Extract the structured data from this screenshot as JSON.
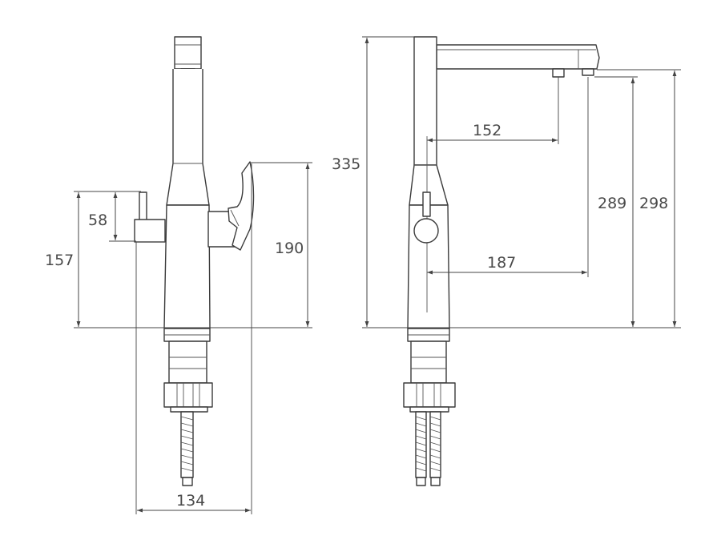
{
  "dimensions": {
    "d58": "58",
    "d157": "157",
    "d190": "190",
    "d134": "134",
    "d335": "335",
    "d152": "152",
    "d187": "187",
    "d289": "289",
    "d298": "298"
  }
}
